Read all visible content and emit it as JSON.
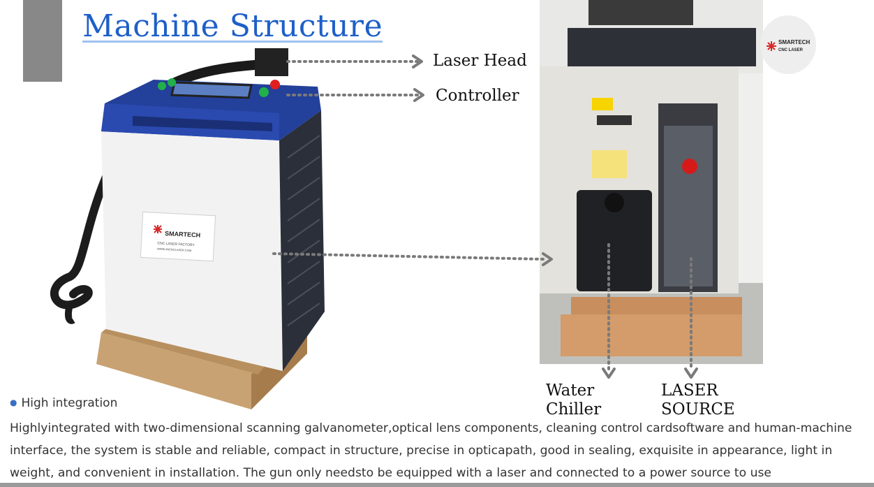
{
  "page": {
    "title": "Machine Structure",
    "accent_color": "#1e5fc8"
  },
  "labels": {
    "laser_head": "Laser Head",
    "controller": "Controller",
    "water_chiller": "Water Chiller",
    "laser_source": "LASER SOURCE"
  },
  "brand": {
    "logo_name": "SMARTECH",
    "logo_sub": "CNC LASER",
    "panel_name": "SMARTECH",
    "panel_sub": "CNC LASER FACTORY",
    "panel_url": "WWW.JNCNCLASER.COM",
    "panel_colors": "#d62828"
  },
  "section": {
    "heading": "High integration",
    "body": "Highlyintegrated with two-dimensional scanning galvanometer,optical lens components, cleaning control cardsoftware and human-machine interface, the system is stable and reliable, compact in structure, precise in opticapath, good in sealing, exquisite in appearance, light in weight, and convenient in installation. The gun only needsto be equipped with a laser and connected to a power source to use"
  }
}
